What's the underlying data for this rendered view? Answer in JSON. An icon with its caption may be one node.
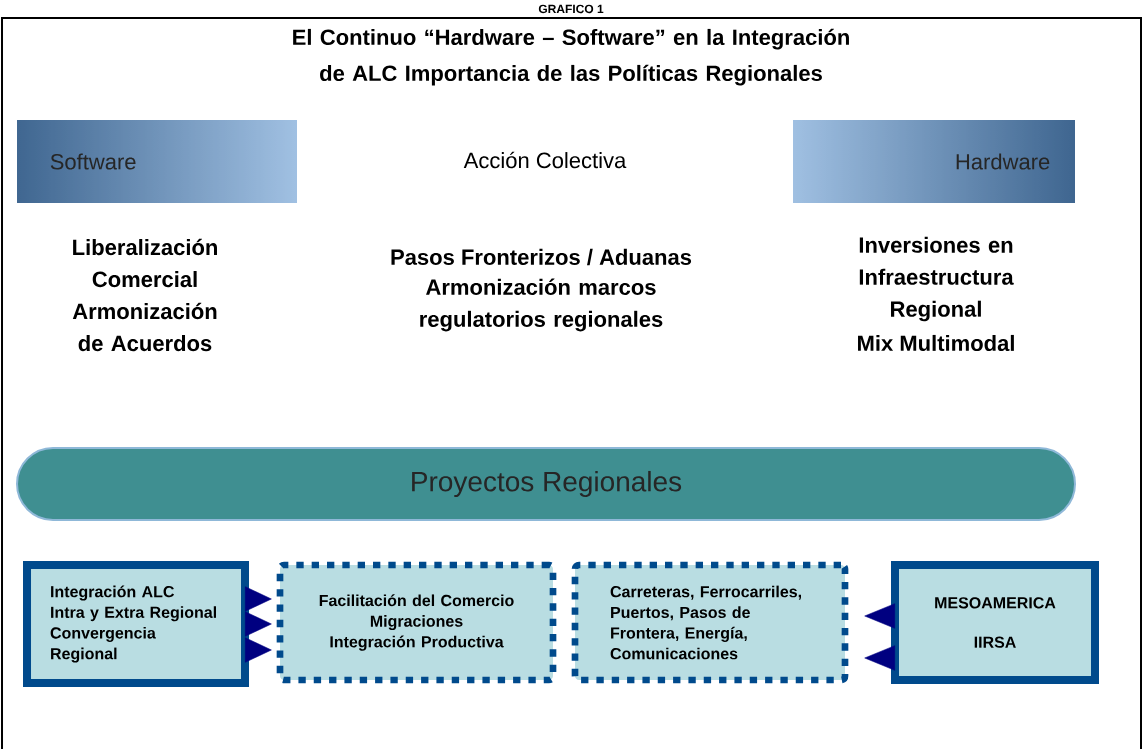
{
  "diagram": {
    "title": "El Continuo “Hardware – Software” en la Integración de ALC Importancia de las Políticas Regionales",
    "nodes": [
      {
        "text": [
          "Software"
        ]
      },
      {
        "text": [
          "Hardware"
        ]
      },
      {
        "text": [
          "Proyectos Regionales"
        ]
      },
      {
        "text": [
          "Integración  ALC",
          "Intra y Extra Regional",
          "Convergencia Regional"
        ]
      },
      {
        "text": [
          "Facilitación del Comercio",
          "Migraciones",
          "Integración Productiva"
        ]
      },
      {
        "text": [
          "Carreteras, Ferrocarriles, Puertos, Pasos de Frontera, Energía, Comunicaciones"
        ]
      },
      {
        "text": [
          "MESOAMERICA",
          "IIRSA"
        ]
      }
    ],
    "edges": [
      {
        "from": 3,
        "to": 4,
        "arrow": "to"
      },
      {
        "from": 3,
        "to": 4,
        "arrow": "to"
      },
      {
        "from": 3,
        "to": 4,
        "arrow": "to"
      },
      {
        "from": 6,
        "to": 5,
        "arrow": "to"
      },
      {
        "from": 6,
        "to": 5,
        "arrow": "to"
      }
    ],
    "labels": [
      "GRAFICO 1",
      "Acción Colectiva",
      "Liberalización Comercial",
      "Armonización de Acuerdos",
      "Pasos Fronterizos / Aduanas",
      "Armonización marcos regulatorios regionales",
      "Inversiones en Infraestructura Regional",
      "Mix Multimodal"
    ]
  }
}
